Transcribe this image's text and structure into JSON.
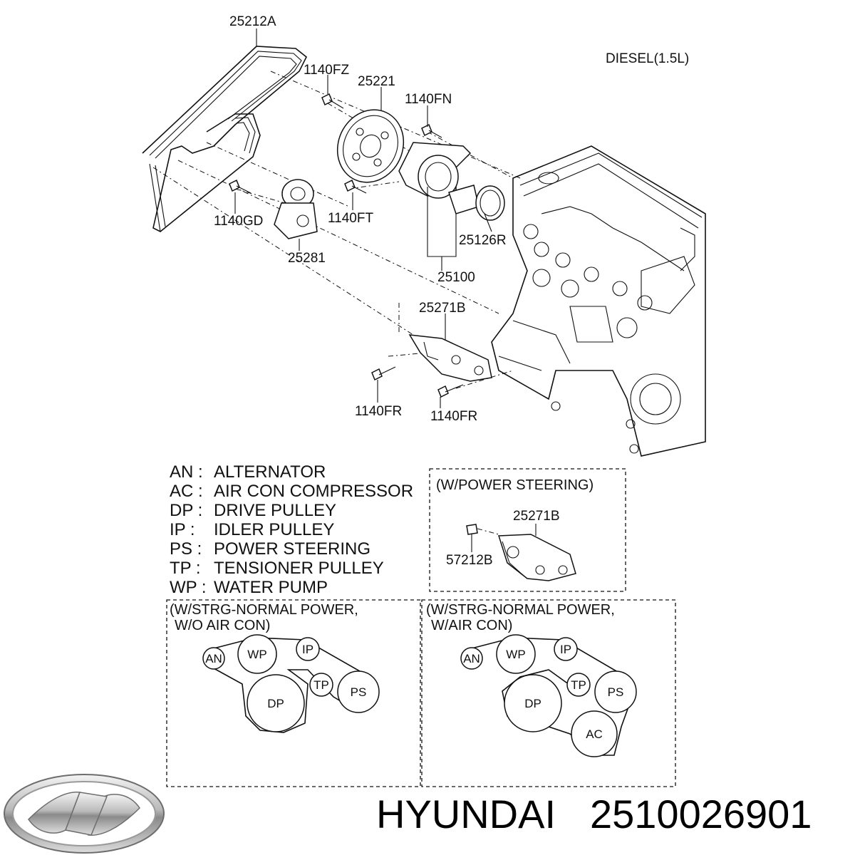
{
  "engine": "DIESEL(1.5L)",
  "parts": {
    "belt": "25212A",
    "bolt_pulley": "1140FZ",
    "pulley": "25221",
    "bolt_pump": "1140FN",
    "bolt_tensioner": "1140GD",
    "tensioner": "25281",
    "bolt_ft": "1140FT",
    "gasket": "25126R",
    "water_pump": "25100",
    "bracket": "25271B",
    "bolt_fr_left": "1140FR",
    "bolt_fr_right": "1140FR"
  },
  "legend": [
    {
      "code": "AN :",
      "desc": "ALTERNATOR"
    },
    {
      "code": "AC :",
      "desc": "AIR CON COMPRESSOR"
    },
    {
      "code": "DP :",
      "desc": "DRIVE PULLEY"
    },
    {
      "code": "IP  :",
      "desc": "IDLER PULLEY"
    },
    {
      "code": "PS :",
      "desc": "POWER STEERING"
    },
    {
      "code": "TP :",
      "desc": "TENSIONER PULLEY"
    },
    {
      "code": "WP :",
      "desc": "WATER PUMP"
    }
  ],
  "power_steering_box": {
    "title": "(W/POWER STEERING)",
    "bracket": "25271B",
    "part": "57212B"
  },
  "layout_left": {
    "title_1": "(W/STRG-NORMAL POWER,",
    "title_2": "W/O AIR CON)",
    "nodes": {
      "an": "AN",
      "wp": "WP",
      "ip": "IP",
      "tp": "TP",
      "ps": "PS",
      "dp": "DP"
    }
  },
  "layout_right": {
    "title_1": "(W/STRG-NORMAL POWER,",
    "title_2": "W/AIR CON)",
    "nodes": {
      "an": "AN",
      "wp": "WP",
      "ip": "IP",
      "tp": "TP",
      "ps": "PS",
      "dp": "DP",
      "ac": "AC"
    }
  },
  "footer": {
    "brand": "HYUNDAI",
    "part_number": "2510026901",
    "logo": "hyundai-logo"
  }
}
